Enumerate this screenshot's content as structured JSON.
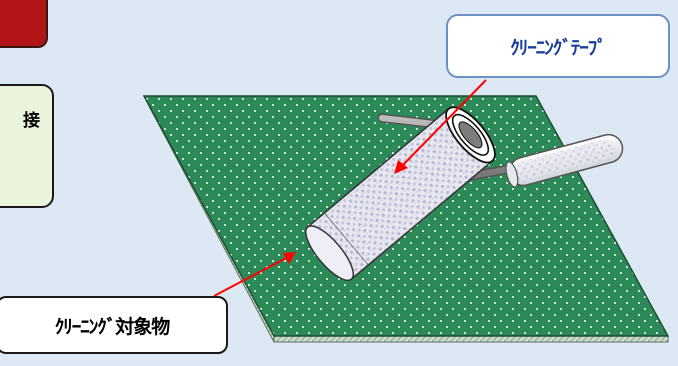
{
  "labels": {
    "partial_char": "接",
    "cleaning_tape": "ｸﾘｰﾆﾝｸﾞﾃｰﾌﾟ",
    "cleaning_target": "ｸﾘｰﾆﾝｸﾞ対象物"
  },
  "colors": {
    "background": "#dde8f5",
    "mat": "#2b8a57",
    "mat_edge": "#c8d8c8",
    "red_box": "#b11515",
    "green_box": "#eaf3dc",
    "arrow": "#ff0000",
    "tape_label_text": "#1a3f9a",
    "tape_label_border": "#6c8fc4"
  },
  "icons": {
    "roller": "lint-roller-icon",
    "mat": "green-dotted-mat"
  }
}
